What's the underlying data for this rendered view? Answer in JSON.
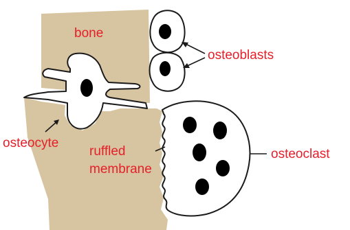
{
  "labels": {
    "bone": "bone",
    "osteoblasts": "osteoblasts",
    "osteocyte": "osteocyte",
    "ruffled_line1": "ruffled",
    "ruffled_line2": "membrane",
    "osteoclast": "osteoclast"
  },
  "colors": {
    "bone": "#d7c4a0",
    "label": "#e5202a",
    "outline": "#1a1a1a",
    "nucleus": "#000000",
    "cell_fill": "#ffffff"
  }
}
